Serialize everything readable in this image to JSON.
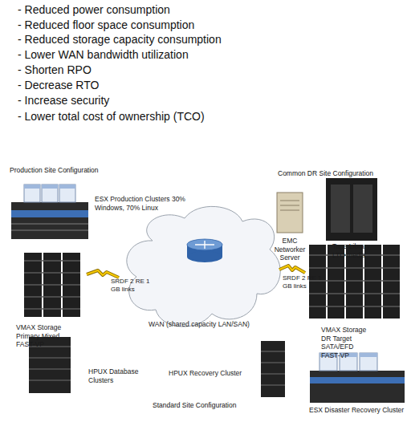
{
  "diagram": {
    "nodes": [
      {
        "text": [
          "ESX Production Clusters 30% Windows, 70% Linux"
        ]
      },
      {
        "text": [
          "VMAX Storage Primary Mixed FAST-VP"
        ]
      },
      {
        "text": [
          "HPUX Database Clusters"
        ]
      },
      {
        "text": [
          "WAN (shared capacity LAN/SAN)"
        ]
      },
      {
        "text": [
          "EMC Networker Server"
        ]
      },
      {
        "text": [
          "Tape Library LTO media"
        ]
      },
      {
        "text": [
          "VMAX Storage DR Target SATA/EFD FAST-VP"
        ]
      },
      {
        "text": [
          "HPUX Recovery Cluster"
        ]
      },
      {
        "text": [
          "ESX Disaster Recovery Cluster"
        ]
      }
    ],
    "edges": [
      {
        "from": 1,
        "to": 3,
        "label": "SRDF 2 RE 1 GB links",
        "arrow": "none"
      },
      {
        "from": 3,
        "to": 6,
        "label": "SRDF 2 RE 1 GB links",
        "arrow": "none"
      }
    ],
    "labels": [
      "- Reduced power consumption",
      "- Reduced floor space consumption",
      "- Reduced storage capacity consumption",
      "- Lower WAN bandwidth utilization",
      "- Shorten RPO",
      "- Decrease RTO",
      "- Increase security",
      "- Lower total cost of ownership (TCO)",
      "Production Site Configuration",
      "Common DR Site Configuration",
      "Standard Site Configuration"
    ]
  }
}
